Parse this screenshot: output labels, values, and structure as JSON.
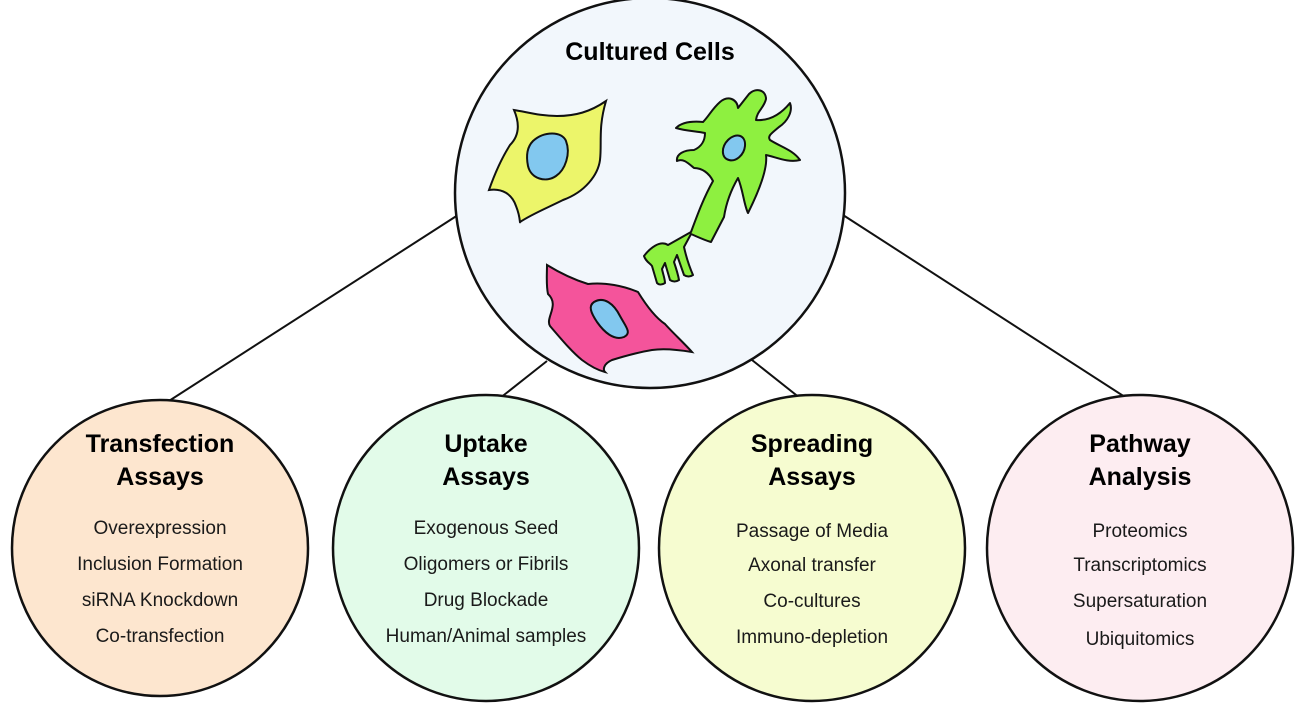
{
  "center": {
    "title": "Cultured Cells",
    "fill": "#f2f7fc"
  },
  "cells": {
    "yellow_fill": "#ecf56a",
    "green_fill": "#8ef040",
    "pink_fill": "#f4549b",
    "nucleus_fill": "#82c8ef"
  },
  "categories": [
    {
      "title_line1": "Transfection",
      "title_line2": "Assays",
      "fill": "#fde6cf",
      "items": [
        "Overexpression",
        "Inclusion Formation",
        "siRNA Knockdown",
        "Co-transfection"
      ]
    },
    {
      "title_line1": "Uptake",
      "title_line2": "Assays",
      "fill": "#e2fbe9",
      "items": [
        "Exogenous Seed",
        "Oligomers or Fibrils",
        "Drug Blockade",
        "Human/Animal samples"
      ]
    },
    {
      "title_line1": "Spreading",
      "title_line2": "Assays",
      "fill": "#f6fcd0",
      "items": [
        "Passage of Media",
        "Axonal transfer",
        "Co-cultures",
        "Immuno-depletion"
      ]
    },
    {
      "title_line1": "Pathway",
      "title_line2": "Analysis",
      "fill": "#fdedf1",
      "items": [
        "Proteomics",
        "Transcriptomics",
        "Supersaturation",
        "Ubiquitomics"
      ]
    }
  ]
}
